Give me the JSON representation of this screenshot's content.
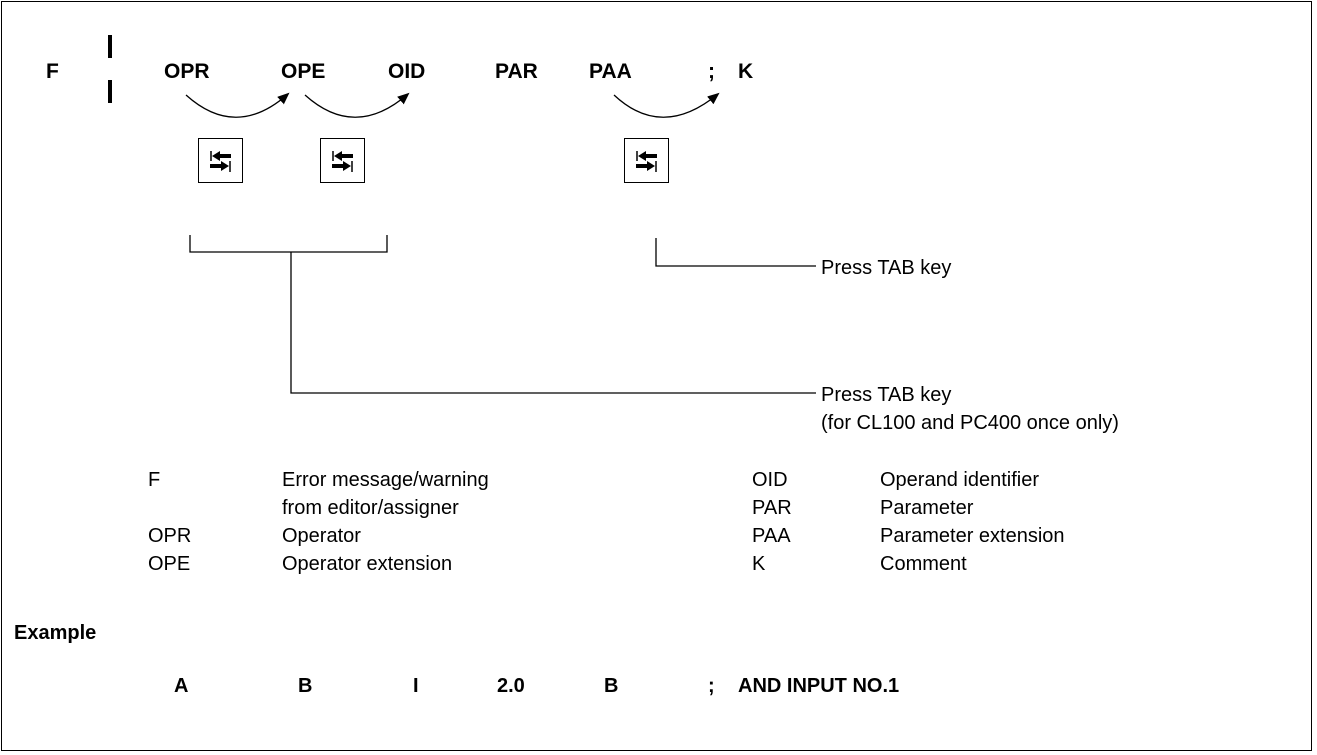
{
  "format_line": {
    "tokens": [
      "F",
      "OPR",
      "OPE",
      "OID",
      "PAR",
      "PAA",
      ";",
      "K"
    ]
  },
  "tab_keys": {
    "icon": "tab-key-icon",
    "count": 3
  },
  "callouts": {
    "paa_tab": "Press TAB key",
    "opr_ope_tab_line1": "Press TAB key",
    "opr_ope_tab_line2": "(for CL100 and PC400 once only)"
  },
  "legend": {
    "left": [
      {
        "code": "F",
        "desc": "Error message/warning",
        "desc2": "from editor/assigner"
      },
      {
        "code": "OPR",
        "desc": "Operator"
      },
      {
        "code": "OPE",
        "desc": "Operator extension"
      }
    ],
    "right": [
      {
        "code": "OID",
        "desc": "Operand identifier"
      },
      {
        "code": "PAR",
        "desc": "Parameter"
      },
      {
        "code": "PAA",
        "desc": "Parameter extension"
      },
      {
        "code": "K",
        "desc": "Comment"
      }
    ]
  },
  "example": {
    "title": "Example",
    "tokens": [
      "A",
      "B",
      "I",
      "2.0",
      "B",
      ";",
      "AND INPUT NO.1"
    ]
  }
}
